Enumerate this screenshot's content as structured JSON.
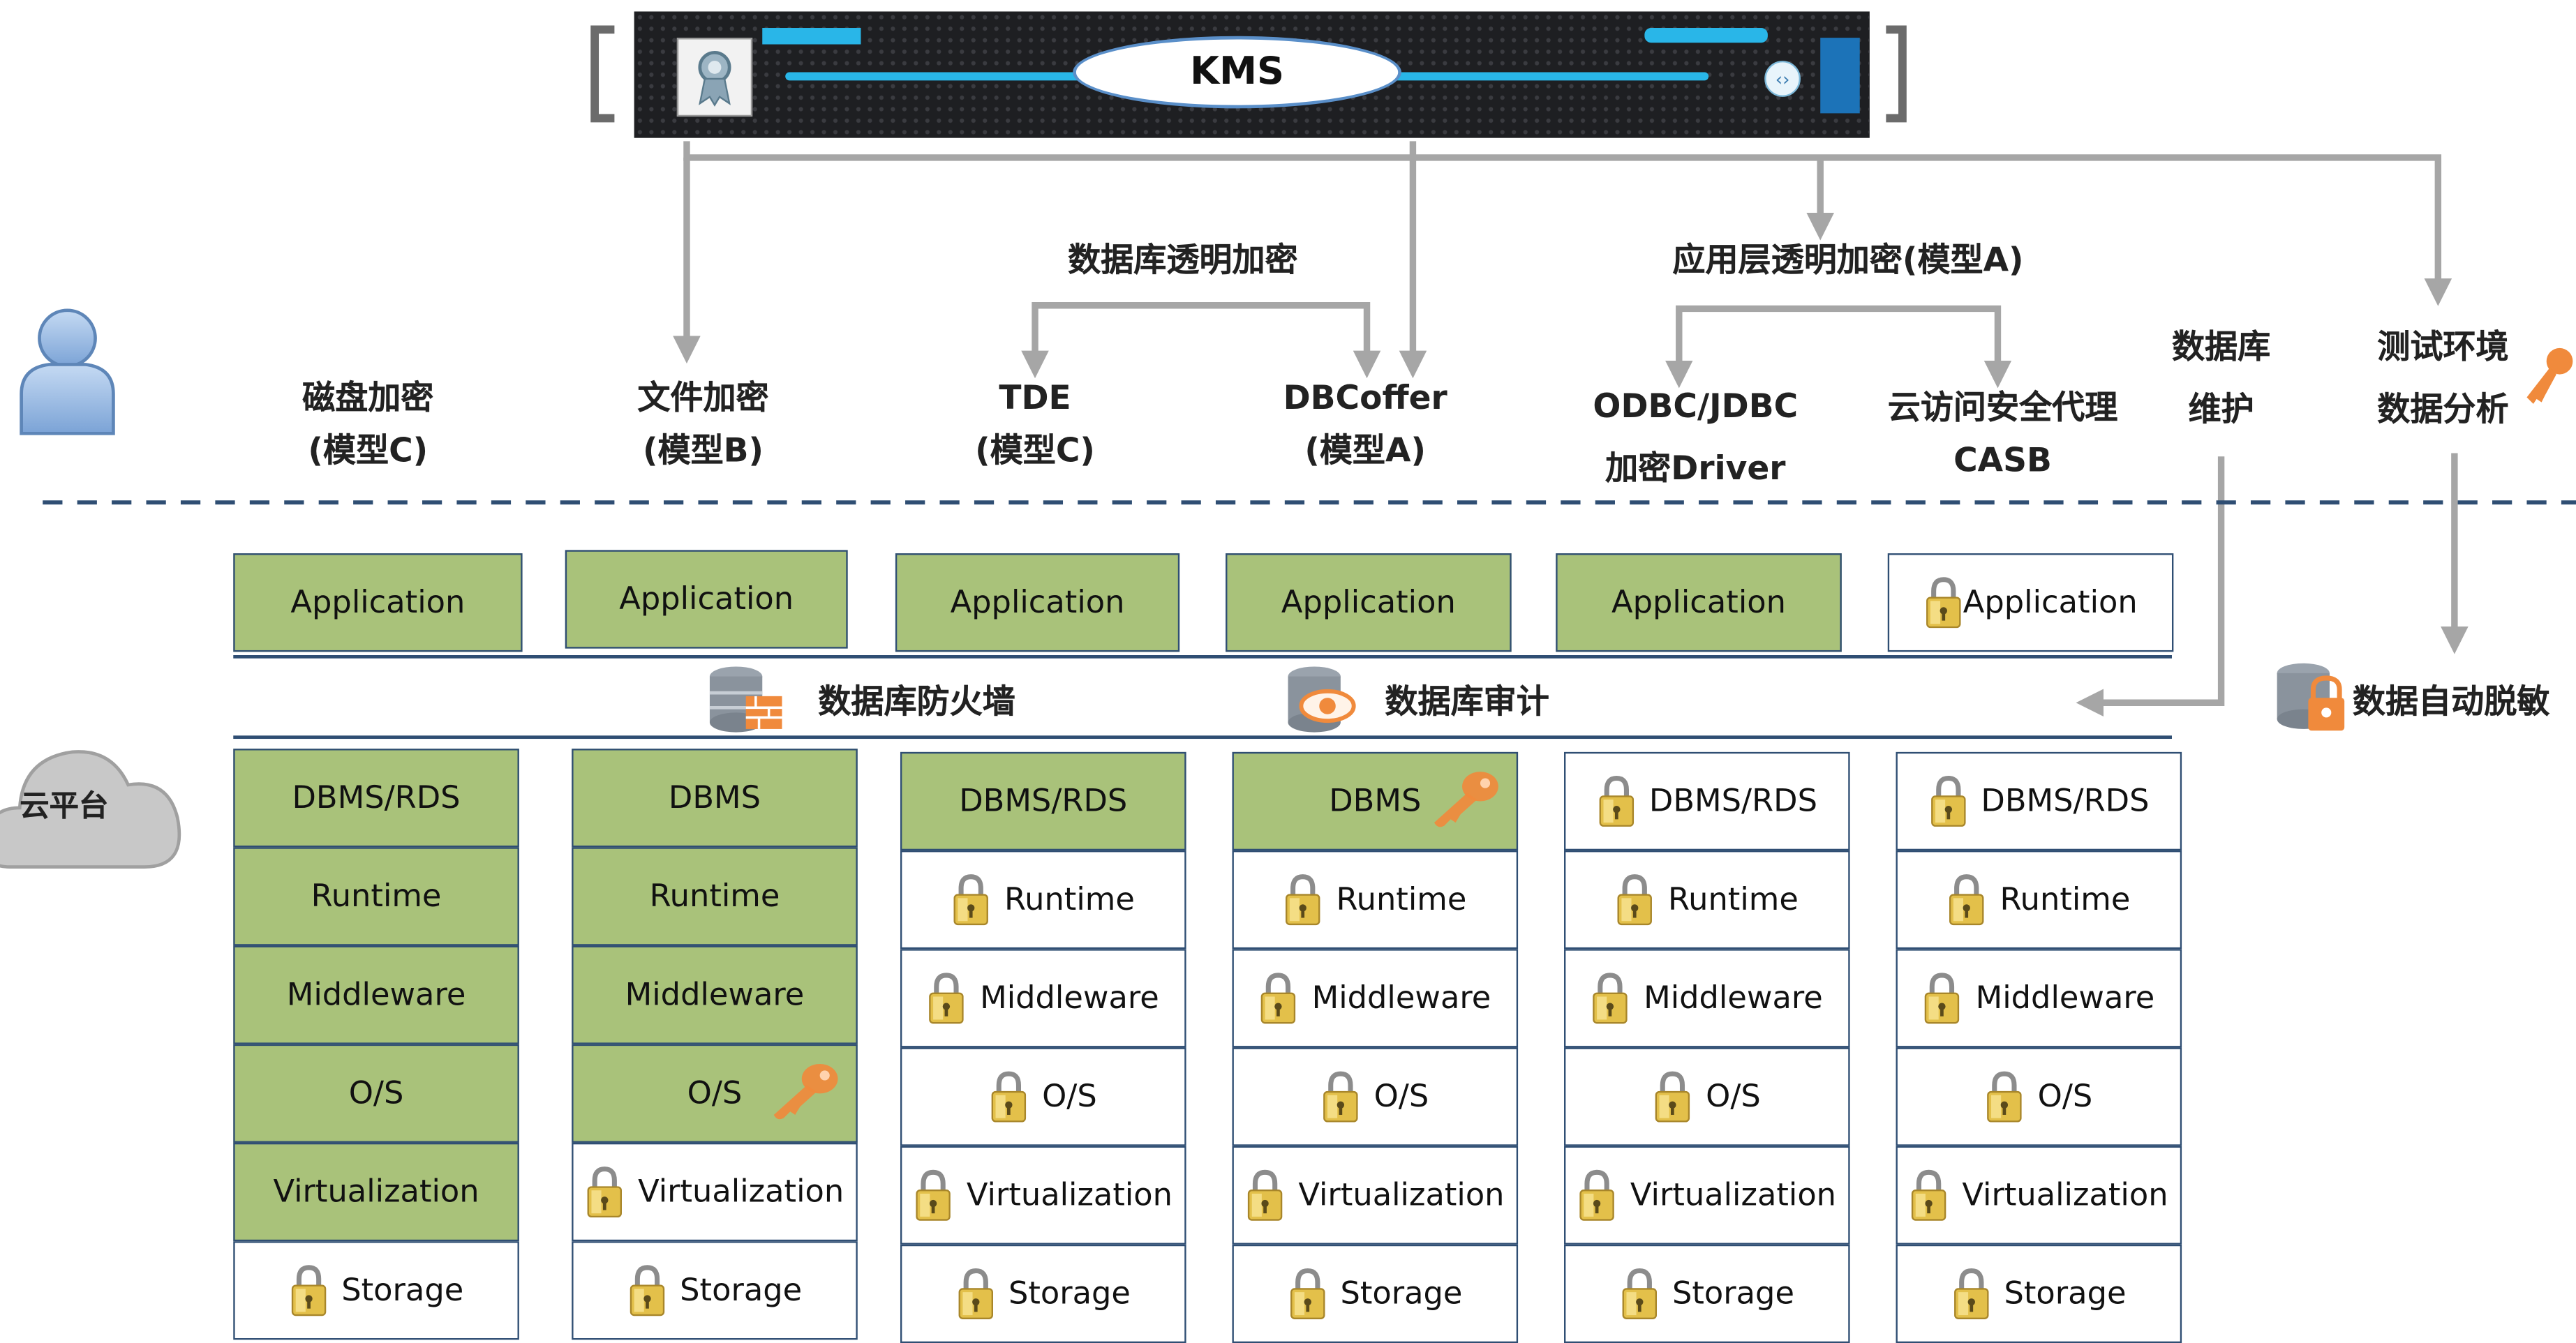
{
  "kms": {
    "label": "KMS"
  },
  "headers": {
    "group_db": "数据库透明加密",
    "group_app": "应用层透明加密(模型A)",
    "disk": [
      "磁盘加密",
      "(模型C)"
    ],
    "file": [
      "文件加密",
      "(模型B)"
    ],
    "tde": [
      "TDE",
      "(模型C)"
    ],
    "dbcoffer": [
      "DBCoffer",
      "(模型A)"
    ],
    "odbc": [
      "ODBC/JDBC",
      "加密Driver"
    ],
    "casb": [
      "云访问安全代理",
      "CASB"
    ],
    "dbmaint": [
      "数据库",
      "维护"
    ],
    "testenv": [
      "测试环境",
      "数据分析"
    ]
  },
  "cloud": {
    "label": "云平台"
  },
  "middle": {
    "firewall": "数据库防火墙",
    "audit": "数据库审计",
    "masking": "数据自动脱敏"
  },
  "applications": [
    {
      "label": "Application",
      "green": true,
      "lock": false
    },
    {
      "label": "Application",
      "green": true,
      "lock": false
    },
    {
      "label": "Application",
      "green": true,
      "lock": false
    },
    {
      "label": "Application",
      "green": true,
      "lock": false
    },
    {
      "label": "Application",
      "green": true,
      "lock": false
    },
    {
      "label": "Application",
      "green": false,
      "lock": true
    }
  ],
  "columns": [
    {
      "cells": [
        {
          "label": "DBMS/RDS",
          "green": true,
          "lock": false
        },
        {
          "label": "Runtime",
          "green": true,
          "lock": false
        },
        {
          "label": "Middleware",
          "green": true,
          "lock": false
        },
        {
          "label": "O/S",
          "green": true,
          "lock": false
        },
        {
          "label": "Virtualization",
          "green": true,
          "lock": false
        },
        {
          "label": "Storage",
          "green": false,
          "lock": true
        }
      ]
    },
    {
      "cells": [
        {
          "label": "DBMS",
          "green": true,
          "lock": false
        },
        {
          "label": "Runtime",
          "green": true,
          "lock": false
        },
        {
          "label": "Middleware",
          "green": true,
          "lock": false
        },
        {
          "label": "O/S",
          "green": true,
          "lock": false,
          "key": true
        },
        {
          "label": "Virtualization",
          "green": false,
          "lock": true
        },
        {
          "label": "Storage",
          "green": false,
          "lock": true
        }
      ]
    },
    {
      "cells": [
        {
          "label": "DBMS/RDS",
          "green": true,
          "lock": false
        },
        {
          "label": "Runtime",
          "green": false,
          "lock": true
        },
        {
          "label": "Middleware",
          "green": false,
          "lock": true
        },
        {
          "label": "O/S",
          "green": false,
          "lock": true
        },
        {
          "label": "Virtualization",
          "green": false,
          "lock": true
        },
        {
          "label": "Storage",
          "green": false,
          "lock": true
        }
      ]
    },
    {
      "cells": [
        {
          "label": "DBMS",
          "green": true,
          "lock": false,
          "key": true
        },
        {
          "label": "Runtime",
          "green": false,
          "lock": true
        },
        {
          "label": "Middleware",
          "green": false,
          "lock": true
        },
        {
          "label": "O/S",
          "green": false,
          "lock": true
        },
        {
          "label": "Virtualization",
          "green": false,
          "lock": true
        },
        {
          "label": "Storage",
          "green": false,
          "lock": true
        }
      ]
    },
    {
      "cells": [
        {
          "label": "DBMS/RDS",
          "green": false,
          "lock": true
        },
        {
          "label": "Runtime",
          "green": false,
          "lock": true
        },
        {
          "label": "Middleware",
          "green": false,
          "lock": true
        },
        {
          "label": "O/S",
          "green": false,
          "lock": true
        },
        {
          "label": "Virtualization",
          "green": false,
          "lock": true
        },
        {
          "label": "Storage",
          "green": false,
          "lock": true
        }
      ]
    },
    {
      "cells": [
        {
          "label": "DBMS/RDS",
          "green": false,
          "lock": true
        },
        {
          "label": "Runtime",
          "green": false,
          "lock": true
        },
        {
          "label": "Middleware",
          "green": false,
          "lock": true
        },
        {
          "label": "O/S",
          "green": false,
          "lock": true
        },
        {
          "label": "Virtualization",
          "green": false,
          "lock": true
        },
        {
          "label": "Storage",
          "green": false,
          "lock": true
        }
      ]
    }
  ],
  "colors": {
    "green": "#a9c27a",
    "border": "#2f4e73",
    "arrow": "#a6a6a6",
    "key": "#f08a3c",
    "lock": "#e3c04a"
  }
}
